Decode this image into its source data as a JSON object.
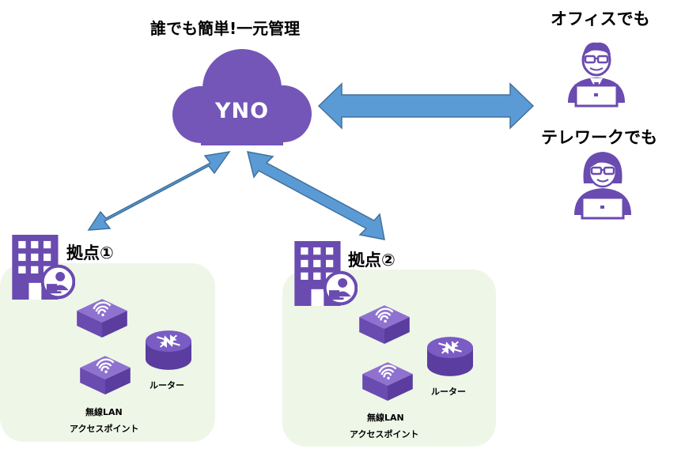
{
  "header": {
    "title": "誰でも簡単!一元管理"
  },
  "cloud": {
    "label": "YNO",
    "color": "#7356b8"
  },
  "users": {
    "office_label": "オフィスでも",
    "telework_label": "テレワークでも"
  },
  "sites": [
    {
      "label": "拠点①",
      "ap_label_1": "無線LAN",
      "ap_label_2": "アクセスポイント",
      "router_label": "ルーター"
    },
    {
      "label": "拠点②",
      "ap_label_1": "無線LAN",
      "ap_label_2": "アクセスポイント",
      "router_label": "ルーター"
    }
  ],
  "colors": {
    "arrow": "#5b9bd5",
    "arrow_stroke": "#41719c",
    "device": "#7356b8",
    "zone": "#eef6e8"
  }
}
